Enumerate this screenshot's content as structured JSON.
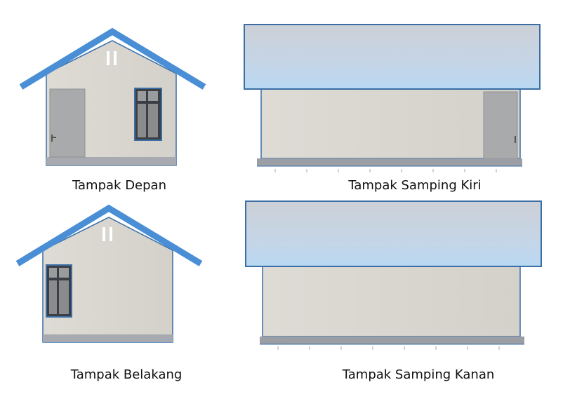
{
  "labels": {
    "front": "Tampak Depan",
    "left_side": "Tampak Samping Kiri",
    "back": "Tampak Belakang",
    "right_side": "Tampak Samping Kanan"
  },
  "colors": {
    "roof": "#4a8fd6",
    "outline": "#3a6ea5",
    "wall": "#d9d6d0",
    "base": "#9c9ea6",
    "door": "#a9aaac",
    "window_frame": "#3b3f45"
  }
}
